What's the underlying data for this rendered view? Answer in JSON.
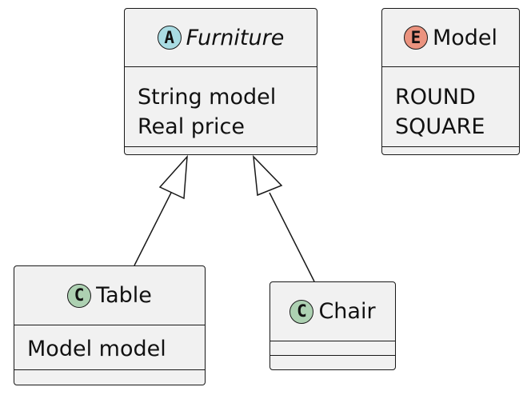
{
  "diagram": {
    "nodes": [
      {
        "kind": "abstract",
        "icon": "A",
        "title": "Furniture",
        "members": [
          "String model",
          "Real price"
        ]
      },
      {
        "kind": "enum",
        "icon": "E",
        "title": "Model",
        "members": [
          "ROUND",
          "SQUARE"
        ]
      },
      {
        "kind": "class",
        "icon": "C",
        "title": "Table",
        "members": [
          "Model model"
        ]
      },
      {
        "kind": "class",
        "icon": "C",
        "title": "Chair",
        "members": []
      }
    ],
    "relationships": [
      {
        "type": "generalization",
        "from": "Table",
        "to": "Furniture"
      },
      {
        "type": "generalization",
        "from": "Chair",
        "to": "Furniture"
      }
    ],
    "colors": {
      "node_fill": "#f1f1f1",
      "border": "#181818",
      "abstract_badge": "#a9dce3",
      "enum_badge": "#eb937f",
      "class_badge": "#add1b2"
    }
  }
}
